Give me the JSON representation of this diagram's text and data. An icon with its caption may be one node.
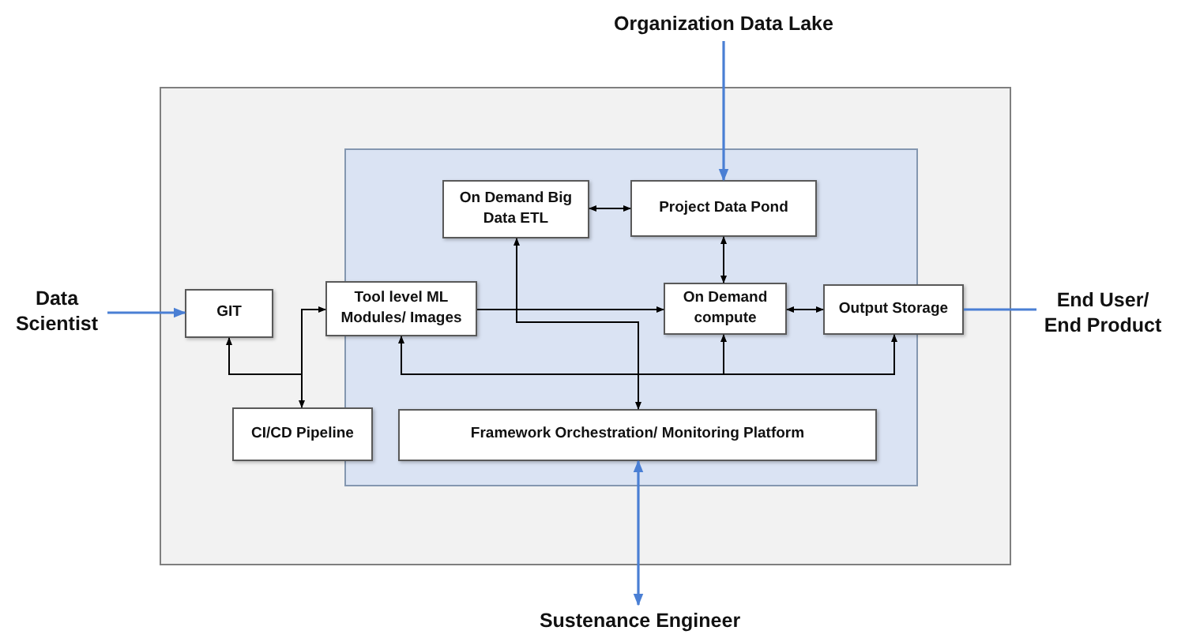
{
  "diagram": {
    "nodes": [
      {
        "text": [],
        "shape": "box"
      },
      {
        "text": [],
        "shape": "box",
        "in": 0
      },
      {
        "text": [
          "On Demand Big Data ETL"
        ],
        "in": 1
      },
      {
        "text": [
          "Project Data Pond"
        ],
        "in": 1
      },
      {
        "text": [
          "GIT"
        ],
        "in": 0
      },
      {
        "text": [
          "Tool level ML Modules/ Images"
        ],
        "in": 1
      },
      {
        "text": [
          "On Demand compute"
        ],
        "in": 1
      },
      {
        "text": [
          "Output Storage"
        ],
        "in": 1
      },
      {
        "text": [
          "CI/CD Pipeline"
        ],
        "in": 0
      },
      {
        "text": [
          "Framework Orchestration/ Monitoring Platform"
        ],
        "in": 1
      },
      {
        "text": [
          "Data Scientist"
        ]
      },
      {
        "text": [
          "End User/ End Product"
        ]
      },
      {
        "text": [
          "Organization Data Lake"
        ]
      },
      {
        "text": [
          "Sustenance Engineer"
        ]
      }
    ],
    "edges": [
      {
        "from": 10,
        "to": 4,
        "arrow": "to",
        "color": "#4a7fd4"
      },
      {
        "from": 12,
        "to": 3,
        "arrow": "to",
        "color": "#4a7fd4"
      },
      {
        "from": 7,
        "to": 11,
        "arrow": "none",
        "color": "#4a7fd4"
      },
      {
        "from": 9,
        "to": 13,
        "arrow": "both",
        "color": "#4a7fd4"
      },
      {
        "from": 2,
        "to": 3,
        "arrow": "both"
      },
      {
        "from": 3,
        "to": 6,
        "arrow": "both"
      },
      {
        "from": 6,
        "to": 7,
        "arrow": "both"
      },
      {
        "from": 5,
        "to": 6,
        "arrow": "to"
      },
      {
        "from": 2,
        "to": 9,
        "arrow": "both"
      },
      {
        "from": 4,
        "to": 8,
        "arrow": "both"
      },
      {
        "from": 8,
        "to": 5,
        "arrow": "to"
      },
      {
        "from": 5,
        "to": 7,
        "arrow": "both"
      },
      {
        "from": 5,
        "to": 6,
        "arrow": "to"
      }
    ]
  }
}
